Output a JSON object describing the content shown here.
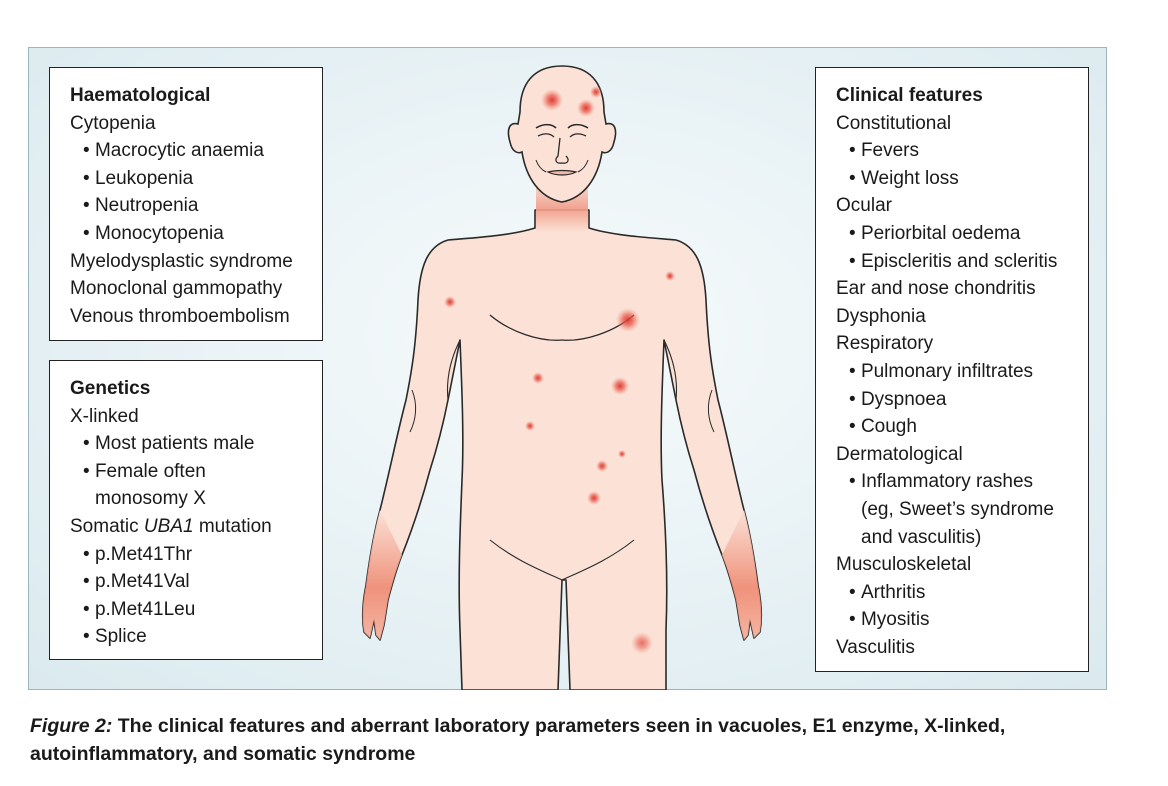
{
  "haematological": {
    "title": "Haematological",
    "cytopenia": "Cytopenia",
    "cytopenia_items": [
      "Macrocytic anaemia",
      "Leukopenia",
      "Neutropenia",
      "Monocytopenia"
    ],
    "other": [
      "Myelodysplastic syndrome",
      "Monoclonal gammopathy",
      "Venous thromboembolism"
    ]
  },
  "genetics": {
    "title": "Genetics",
    "x_linked": "X-linked",
    "x_linked_items": [
      "Most patients male",
      "Female often",
      "monosomy X"
    ],
    "somatic_prefix": "Somatic ",
    "somatic_gene": "UBA1",
    "somatic_suffix": " mutation",
    "mutation_items": [
      "p.Met41Thr",
      "p.Met41Val",
      "p.Met41Leu",
      "Splice"
    ]
  },
  "clinical": {
    "title": "Clinical features",
    "constitutional": "Constitutional",
    "constitutional_items": [
      "Fevers",
      "Weight loss"
    ],
    "ocular": "Ocular",
    "ocular_items": [
      "Periorbital oedema",
      "Episcleritis and scleritis"
    ],
    "ear_nose": "Ear and nose chondritis",
    "dysphonia": "Dysphonia",
    "respiratory": "Respiratory",
    "respiratory_items": [
      "Pulmonary infiltrates",
      "Dyspnoea",
      "Cough"
    ],
    "dermatological": "Dermatological",
    "derm_items": [
      "Inflammatory rashes",
      "(eg, Sweet’s syndrome",
      "and vasculitis)"
    ],
    "musculoskeletal": "Musculoskeletal",
    "musculoskeletal_items": [
      "Arthritis",
      "Myositis"
    ],
    "vasculitis": "Vasculitis"
  },
  "caption": {
    "lead": "Figure 2:",
    "text": " The clinical features and aberrant laboratory parameters seen in vacuoles, E1 enzyme, X-linked, autoinflammatory, and somatic syndrome"
  },
  "colors": {
    "skin": "#fbe1d6",
    "skin_outline": "#2a2a2a",
    "inflammation": "#e2584a",
    "panel_bg": "#e3eff3"
  }
}
